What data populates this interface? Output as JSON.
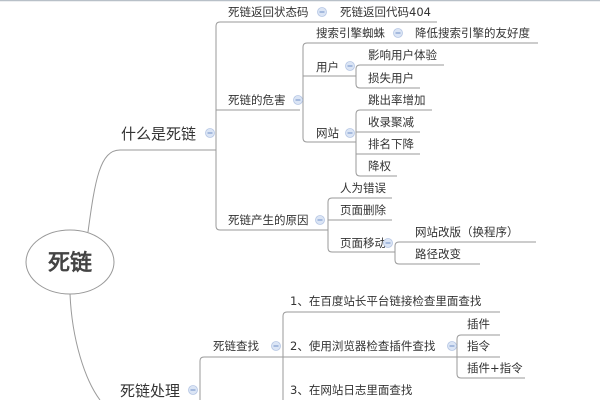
{
  "root": "死链",
  "colors": {
    "line": "#9a9a9a",
    "text": "#333333",
    "collapse": "#dbe5f5"
  },
  "what": {
    "label": "什么是死链",
    "status": {
      "label": "死链返回状态码",
      "child": "死链返回代码404"
    },
    "harm": {
      "label": "死链的危害",
      "spider": {
        "label": "搜索引擎蜘蛛",
        "child": "降低搜索引擎的友好度"
      },
      "user": {
        "label": "用户",
        "children": [
          "影响用户体验",
          "损失用户"
        ]
      },
      "site": {
        "label": "网站",
        "children": [
          "跳出率增加",
          "收录聚减",
          "排名下降",
          "降权"
        ]
      }
    },
    "cause": {
      "label": "死链产生的原因",
      "children": [
        "人为错误",
        "页面删除"
      ],
      "move": {
        "label": "页面移动",
        "children": [
          "网站改版（换程序）",
          "路径改变"
        ]
      }
    }
  },
  "handle": {
    "label": "死链处理",
    "find": {
      "label": "死链查找",
      "items": [
        "1、在百度站长平台链接检查里面查找",
        "2、使用浏览器检查插件查找",
        "3、在网站日志里面查找"
      ],
      "browser_children": [
        "插件",
        "指令",
        "插件+指令"
      ]
    }
  }
}
